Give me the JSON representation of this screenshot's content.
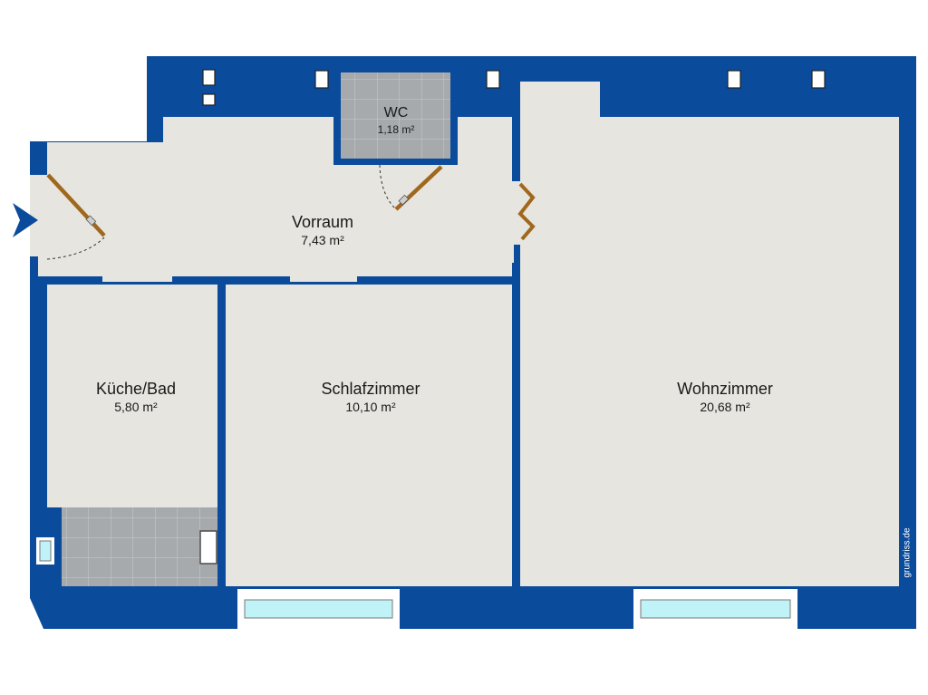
{
  "floorplan": {
    "colors": {
      "wall": "#0a4b9c",
      "floor": "#e7e5df",
      "tile": "#a6aaad",
      "tile_grid": "#c9ccce",
      "door": "#a0681d",
      "window_glass": "#bff3f7",
      "entrance_arrow": "#0a4b9c"
    },
    "rooms": [
      {
        "id": "vorraum",
        "name": "Vorraum",
        "area": "7,43 m²"
      },
      {
        "id": "wc",
        "name": "WC",
        "area": "1,18 m²"
      },
      {
        "id": "kueche-bad",
        "name": "Küche/Bad",
        "area": "5,80 m²"
      },
      {
        "id": "schlafzimmer",
        "name": "Schlafzimmer",
        "area": "10,10 m²"
      },
      {
        "id": "wohnzimmer",
        "name": "Wohnzimmer",
        "area": "20,68 m²"
      }
    ],
    "watermark": "grundriss.de"
  }
}
